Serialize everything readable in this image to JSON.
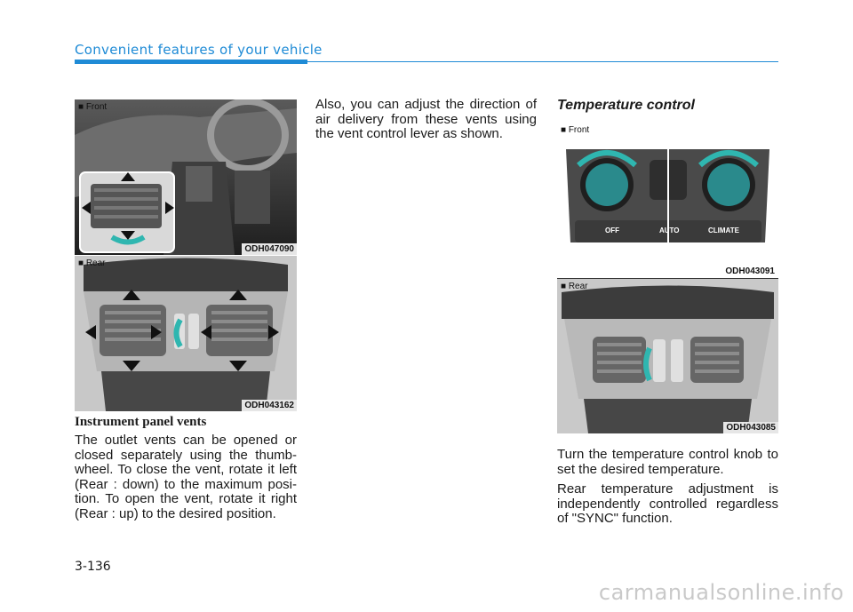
{
  "header": {
    "section_title": "Convenient features of your vehicle"
  },
  "figures": {
    "front_vents": {
      "label": "■ Front",
      "code": "ODH047090"
    },
    "rear_vents": {
      "label": "■ Rear",
      "code": "ODH043162"
    },
    "temp_front": {
      "label": "■ Front",
      "code": "ODH043091",
      "buttons": [
        "OFF",
        "AUTO",
        "CLIMATE"
      ]
    },
    "temp_rear": {
      "label": "■ Rear",
      "code": "ODH043085"
    }
  },
  "left_column": {
    "heading": "Instrument panel vents",
    "paragraph": "The outlet vents can be opened or closed separately using the thumb-wheel. To close the vent, rotate it left (Rear : down) to the maximum posi-tion. To open the vent, rotate it right (Rear : up) to the desired position."
  },
  "middle_column": {
    "paragraph": "Also, you can adjust the direction of air delivery from these vents using the vent control lever as shown."
  },
  "right_column": {
    "heading": "Temperature control",
    "paragraph1": "Turn the temperature control knob to set the desired temperature.",
    "paragraph2": "Rear temperature adjustment is independently controlled regardless of \"SYNC\" function."
  },
  "footer": {
    "page_number": "3-136",
    "watermark": "carmanualsonline.info"
  },
  "colors": {
    "accent": "#1f8bd6",
    "arrow_teal": "#2fb6b0"
  }
}
